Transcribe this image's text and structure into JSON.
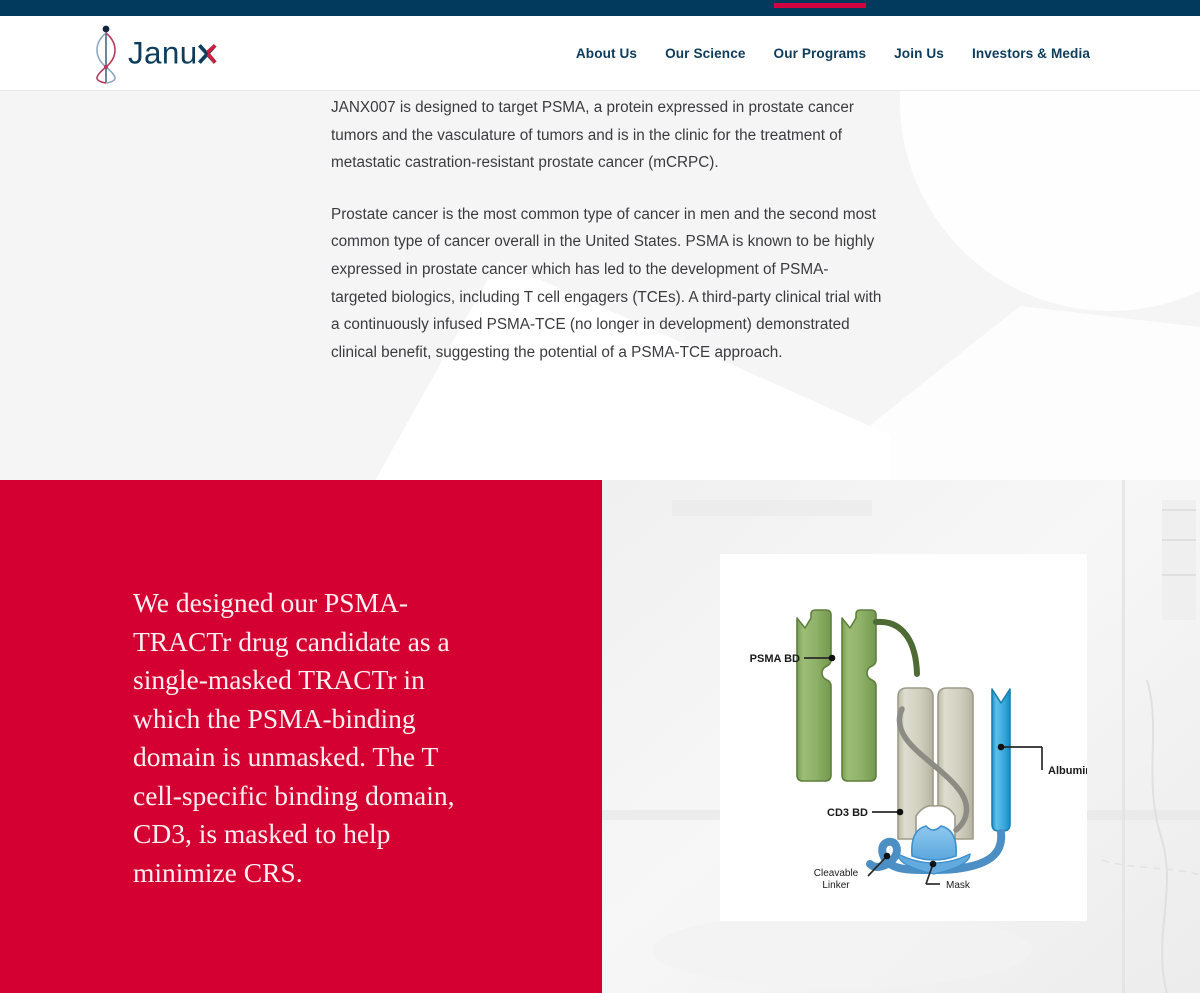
{
  "brand": {
    "name": "Janux",
    "logo_icon": "janux-helix-logo",
    "navy": "#013a5d",
    "red": "#d50032",
    "accent_red": "#d2043f"
  },
  "nav": {
    "items": [
      {
        "label": "About Us",
        "active": false
      },
      {
        "label": "Our Science",
        "active": false
      },
      {
        "label": "Our Programs",
        "active": true
      },
      {
        "label": "Join Us",
        "active": false
      },
      {
        "label": "Investors & Media",
        "active": false
      }
    ]
  },
  "main": {
    "paragraphs": [
      "JANX007 is designed to target PSMA, a protein expressed in prostate cancer tumors and the vasculature of tumors and is in the clinic for the treatment of metastatic castration-resistant prostate cancer (mCRPC).",
      "Prostate cancer is the most common type of cancer in men and the second most common type of cancer overall in the United States. PSMA is known to be highly expressed in prostate cancer which has led to the development of PSMA-targeted biologics, including T cell engagers (TCEs). A third-party clinical trial with a continuously infused PSMA-TCE (no longer in development) demonstrated clinical benefit, suggesting the potential of a PSMA-TCE approach."
    ]
  },
  "band": {
    "headline": "We designed our PSMA-TRACTr drug candidate as a single-masked TRACTr in which the PSMA-binding domain is unmasked. The T cell-specific binding domain, CD3, is masked to help minimize CRS.",
    "diagram": {
      "alt_name": "psma-tractr-molecule-diagram",
      "labels": {
        "psma_bd": "PSMA BD",
        "albumin_bd": "Albumin BD",
        "cd3_bd": "CD3 BD",
        "cleavable_linker_line1": "Cleavable",
        "cleavable_linker_line2": "Linker",
        "mask": "Mask"
      },
      "colors": {
        "psma_domain": "#8aad63",
        "cd3_domain": "#cdcbba",
        "albumin_domain": "#3aa9dd",
        "mask": "#6cb4e4",
        "linker": "#4b8fc4"
      }
    }
  }
}
